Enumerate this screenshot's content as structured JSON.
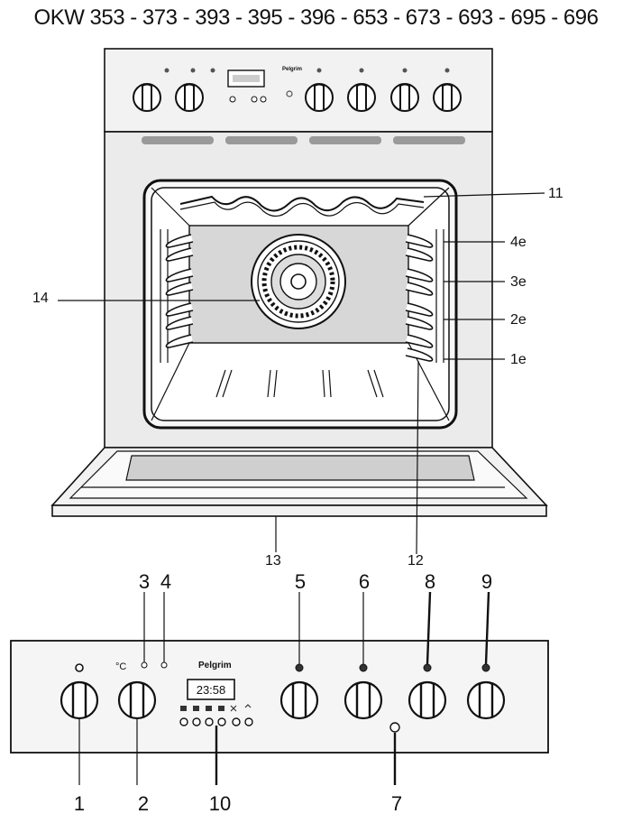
{
  "title": "OKW 353 - 373 - 393 - 395 - 396 - 653 - 673 - 693 - 695 - 696",
  "oven_callouts": {
    "grill": "11",
    "shelf_4": "4e",
    "shelf_3": "3e",
    "shelf_2": "2e",
    "shelf_1": "1e",
    "fan": "14",
    "door": "13",
    "rack": "12"
  },
  "panel_callouts": {
    "knob_1": "1",
    "knob_2": "2",
    "lamp_3": "3",
    "lamp_4": "4",
    "knob_5": "5",
    "knob_6": "6",
    "knob_8": "8",
    "knob_9": "9",
    "clock_10": "10",
    "button_7": "7"
  },
  "panel": {
    "brand": "Pelgrim",
    "temp_symbol": "°C",
    "display_time": "23:58"
  },
  "top_panel": {
    "brand": "Pelgrim"
  },
  "colors": {
    "line": "#111111",
    "panel_fill": "#f2f2f2",
    "oven_fill": "#ebebeb",
    "cavity_fill": "#d7d7d7",
    "vent_fill": "#9a9a9a"
  }
}
